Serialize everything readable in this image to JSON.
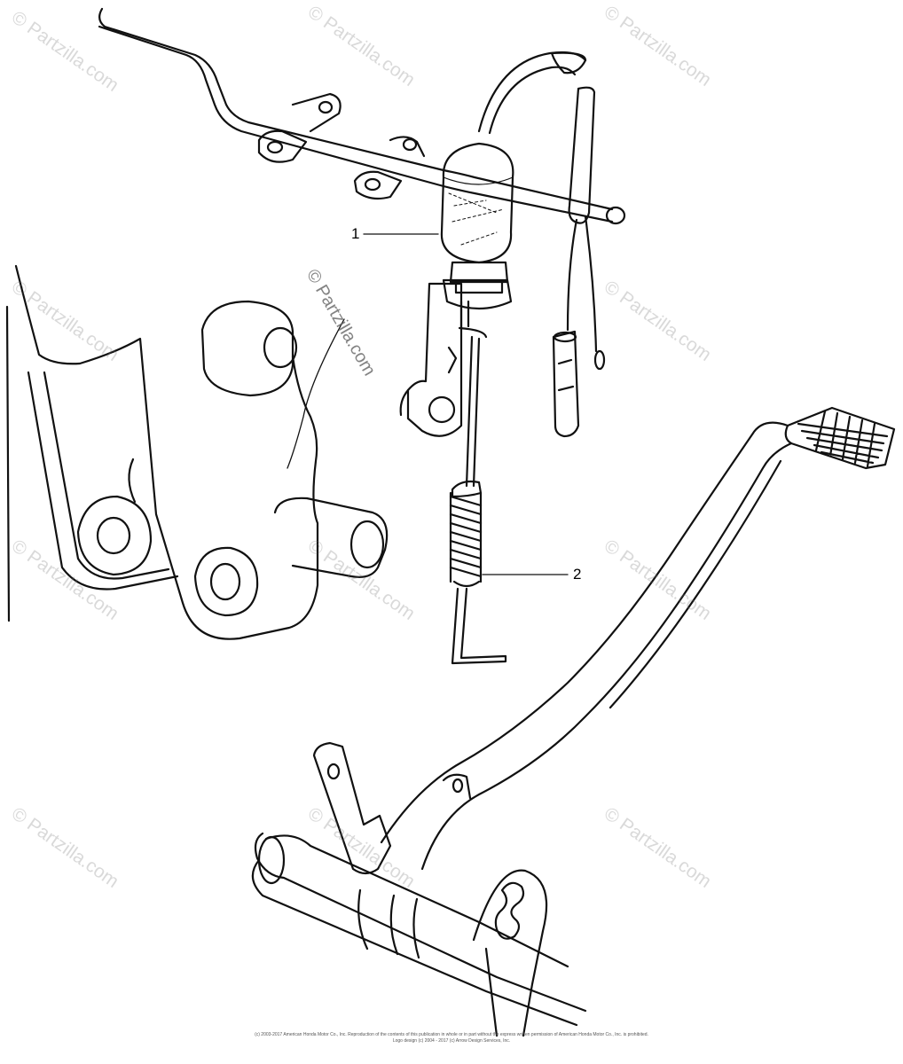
{
  "callouts": [
    {
      "label": "1"
    },
    {
      "label": "2"
    }
  ],
  "watermarks": {
    "text": "© Partzilla.com",
    "center_text": "© Partzilla.com"
  },
  "footer": {
    "line1": "(c) 2003-2017 American Honda Motor Co., Inc. Reproduction of the contents of this publication in whole or in part without the express written permission of American Honda Motor Co., Inc. is prohibited.",
    "line2": "Logo design (c) 2004 - 2017 (c) Arrow Design Services, Inc."
  }
}
